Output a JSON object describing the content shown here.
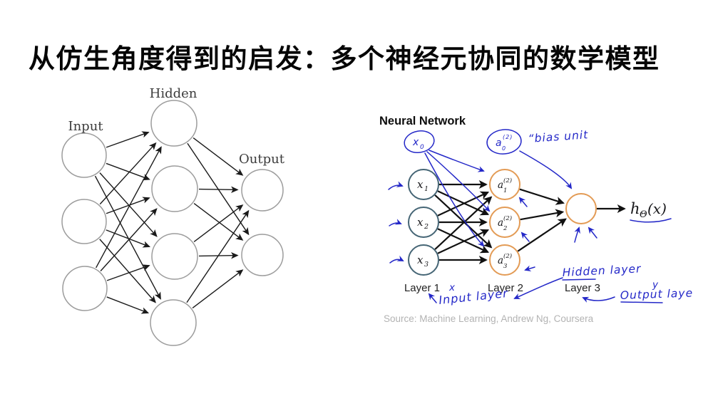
{
  "title": "从仿生角度得到的启发：多个神经元协同的数学模型",
  "left_diagram": {
    "labels": {
      "input": "Input",
      "hidden": "Hidden",
      "output": "Output"
    },
    "structure": {
      "input_nodes": 3,
      "hidden_nodes": 4,
      "output_nodes": 2,
      "fully_connected": true
    }
  },
  "right_diagram": {
    "title": "Neural Network",
    "input_nodes": [
      {
        "base": "x",
        "sub": "1"
      },
      {
        "base": "x",
        "sub": "2"
      },
      {
        "base": "x",
        "sub": "3"
      }
    ],
    "hidden_nodes": [
      {
        "base": "a",
        "sub": "1",
        "sup": "(2)"
      },
      {
        "base": "a",
        "sub": "2",
        "sup": "(2)"
      },
      {
        "base": "a",
        "sub": "3",
        "sup": "(2)"
      }
    ],
    "output_formula": {
      "base": "h",
      "sub": "Θ",
      "arg": "(x)"
    },
    "layer_labels": [
      "Layer 1",
      "Layer 2",
      "Layer 3"
    ],
    "annotations": {
      "bias_x0": {
        "base": "x",
        "sub": "0"
      },
      "bias_a0": {
        "base": "a",
        "sub": "0",
        "sup": "(2)"
      },
      "bias_unit": "“bias unit",
      "x_mark": "x",
      "y_mark": "y",
      "input_layer": "Input layer",
      "hidden_layer": "Hidden layer",
      "output_layer": "Output laye"
    },
    "source": "Source: Machine Learning, Andrew Ng, Coursera",
    "colors": {
      "input_node_stroke": "#456575",
      "hidden_node_stroke": "#e39b55",
      "handwriting_blue": "#2428c8",
      "edge_black": "#111111",
      "left_circle_gray": "#9c9c9c",
      "source_gray": "#b3b3b3"
    }
  }
}
